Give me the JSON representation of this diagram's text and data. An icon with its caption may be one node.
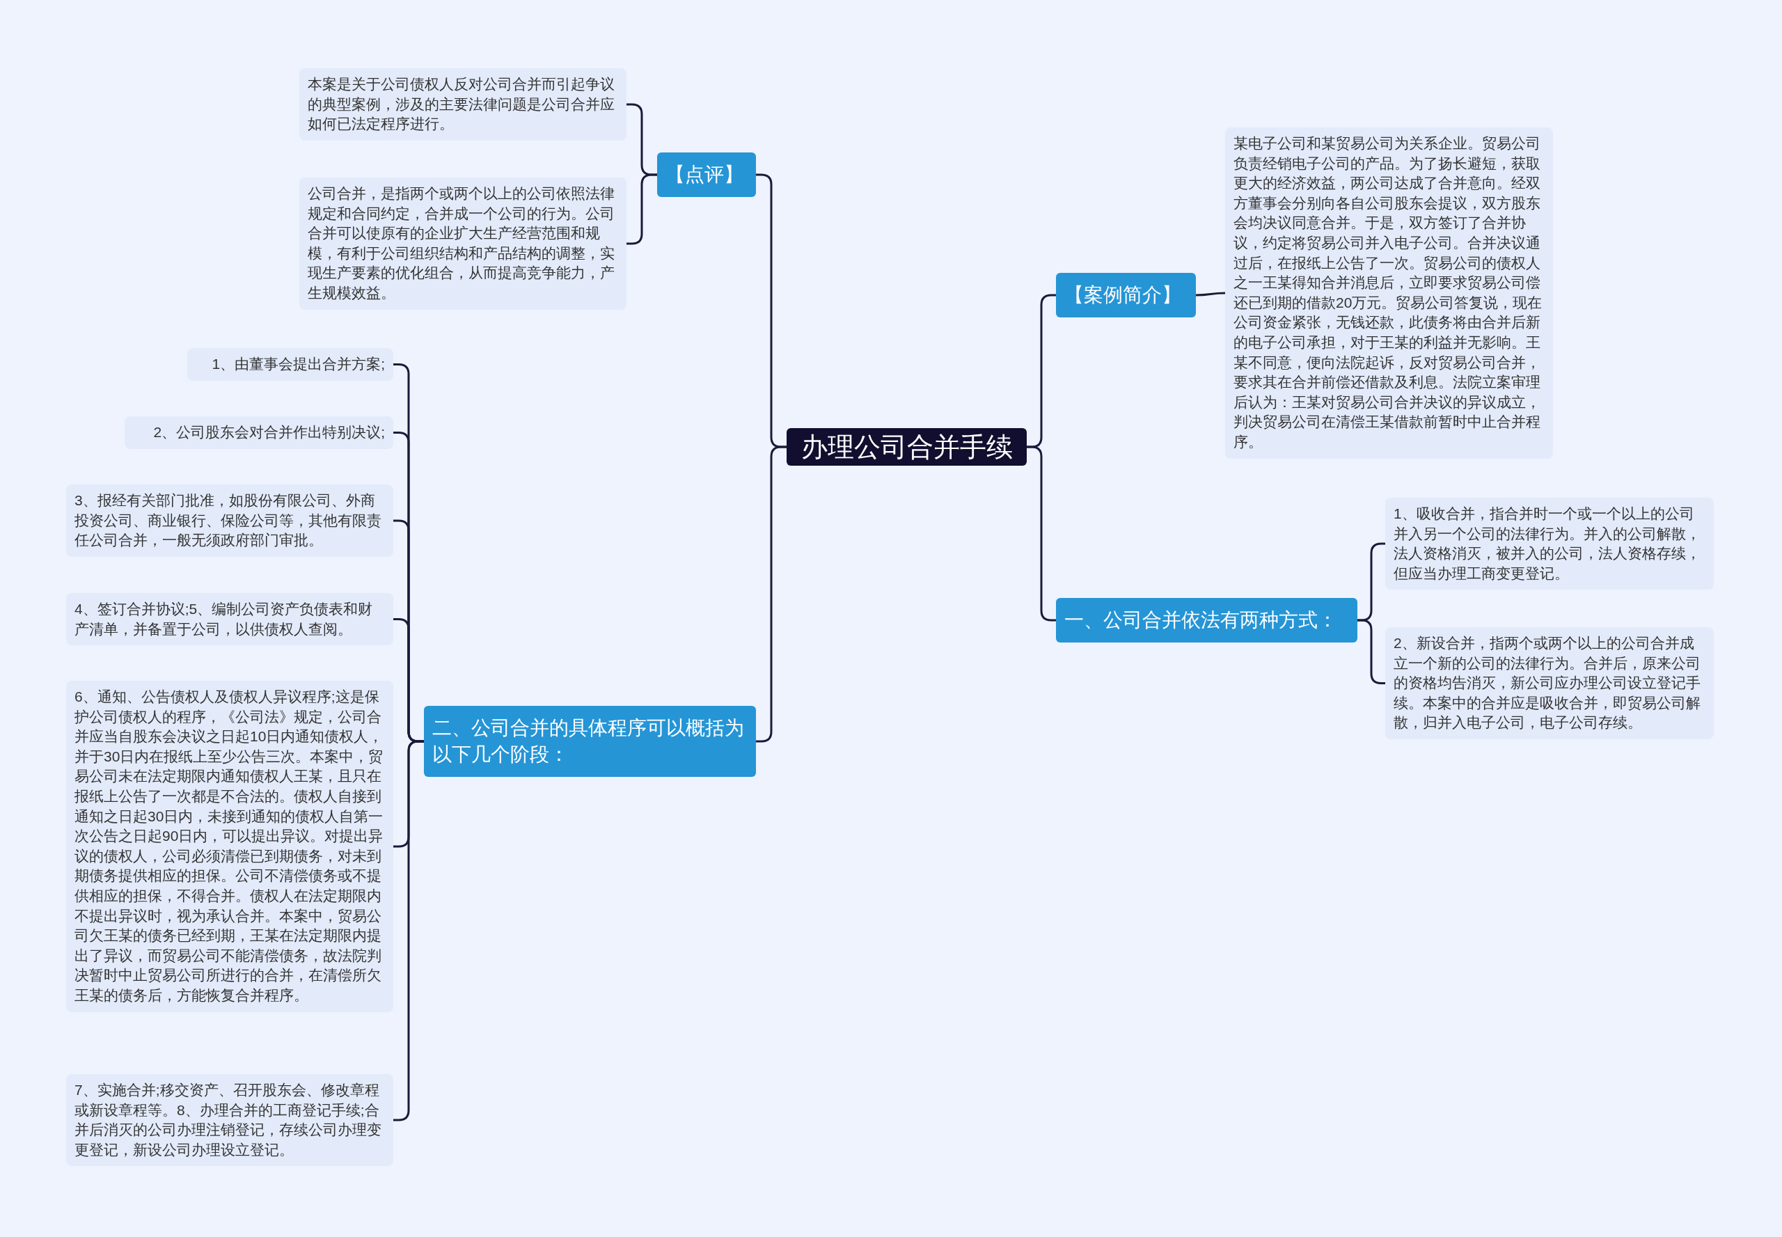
{
  "diagram": {
    "nodes": [
      {
        "text": [
          "办理公司合并手续"
        ]
      },
      {
        "text": [
          "【点评】"
        ]
      },
      {
        "text": [
          "本案是关于公司债权人反对公司合并而引起争议的典型案例，涉及的主要法律问题是公司合并应如何已法定程序进行。"
        ]
      },
      {
        "text": [
          "公司合并，是指两个或两个以上的公司依照法律规定和合同约定，合并成一个公司的行为。公司合并可以使原有的企业扩大生产经营范围和规模，有利于公司组织结构和产品结构的调整，实现生产要素的优化组合，从而提高竞争能力，产生规模效益。"
        ]
      },
      {
        "text": [
          "二、公司合并的具体程序可以概括为以下几个阶段："
        ]
      },
      {
        "text": [
          "1、由董事会提出合并方案;"
        ]
      },
      {
        "text": [
          "2、公司股东会对合并作出特别决议;"
        ]
      },
      {
        "text": [
          "3、报经有关部门批准，如股份有限公司、外商投资公司、商业银行、保险公司等，其他有限责任公司合并，一般无须政府部门审批。"
        ]
      },
      {
        "text": [
          "4、签订合并协议;5、编制公司资产负债表和财产清单，并备置于公司，以供债权人查阅。"
        ]
      },
      {
        "text": [
          "6、通知、公告债权人及债权人异议程序;这是保护公司债权人的程序，《公司法》规定，公司合并应当自股东会决议之日起10日内通知债权人，并于30日内在报纸上至少公告三次。本案中，贸易公司未在法定期限内通知债权人王某，且只在报纸上公告了一次都是不合法的。债权人自接到通知之日起30日内，未接到通知的债权人自第一次公告之日起90日内，可以提出异议。对提出异议的债权人，公司必须清偿已到期债务，对未到期债务提供相应的担保。公司不清偿债务或不提供相应的担保，不得合并。债权人在法定期限内不提出异议时，视为承认合并。本案中，贸易公司欠王某的债务已经到期，王某在法定期限内提出了异议，而贸易公司不能清偿债务，故法院判决暂时中止贸易公司所进行的合并，在清偿所欠王某的债务后，方能恢复合并程序。"
        ]
      },
      {
        "text": [
          "7、实施合并;移交资产、召开股东会、修改章程或新设章程等。8、办理合并的工商登记手续;合并后消灭的公司办理注销登记，存续公司办理变更登记，新设公司办理设立登记。"
        ]
      },
      {
        "text": [
          "【案例简介】"
        ]
      },
      {
        "text": [
          "某电子公司和某贸易公司为关系企业。贸易公司负责经销电子公司的产品。为了扬长避短，获取更大的经济效益，两公司达成了合并意向。经双方董事会分别向各自公司股东会提议，双方股东会均决议同意合并。于是，双方签订了合并协议，约定将贸易公司并入电子公司。合并决议通过后，在报纸上公告了一次。贸易公司的债权人之一王某得知合并消息后，立即要求贸易公司偿还已到期的借款20万元。贸易公司答复说，现在公司资金紧张，无钱还款，此债务将由合并后新的电子公司承担，对于王某的利益并无影响。王某不同意，便向法院起诉，反对贸易公司合并，要求其在合并前偿还借款及利息。法院立案审理后认为：王某对贸易公司合并决议的异议成立，判决贸易公司在清偿王某借款前暂时中止合并程序。"
        ]
      },
      {
        "text": [
          "一、公司合并依法有两种方式："
        ]
      },
      {
        "text": [
          "1、吸收合并，指合并时一个或一个以上的公司并入另一个公司的法律行为。并入的公司解散，法人资格消灭，被并入的公司，法人资格存续，但应当办理工商变更登记。"
        ]
      },
      {
        "text": [
          "2、新设合并，指两个或两个以上的公司合并成立一个新的公司的法律行为。合并后，原来公司的资格均告消灭，新公司应办理公司设立登记手续。本案中的合并应是吸收合并，即贸易公司解散，归并入电子公司，电子公司存续。"
        ]
      }
    ],
    "edges": [
      {
        "from": 0,
        "to": 1,
        "arrow": "none"
      },
      {
        "from": 1,
        "to": 2,
        "arrow": "none"
      },
      {
        "from": 1,
        "to": 3,
        "arrow": "none"
      },
      {
        "from": 0,
        "to": 4,
        "arrow": "none"
      },
      {
        "from": 4,
        "to": 5,
        "arrow": "none"
      },
      {
        "from": 4,
        "to": 6,
        "arrow": "none"
      },
      {
        "from": 4,
        "to": 7,
        "arrow": "none"
      },
      {
        "from": 4,
        "to": 8,
        "arrow": "none"
      },
      {
        "from": 4,
        "to": 9,
        "arrow": "none"
      },
      {
        "from": 4,
        "to": 10,
        "arrow": "none"
      },
      {
        "from": 0,
        "to": 11,
        "arrow": "none"
      },
      {
        "from": 11,
        "to": 12,
        "arrow": "none"
      },
      {
        "from": 0,
        "to": 13,
        "arrow": "none"
      },
      {
        "from": 13,
        "to": 14,
        "arrow": "none"
      },
      {
        "from": 13,
        "to": 15,
        "arrow": "none"
      }
    ]
  }
}
